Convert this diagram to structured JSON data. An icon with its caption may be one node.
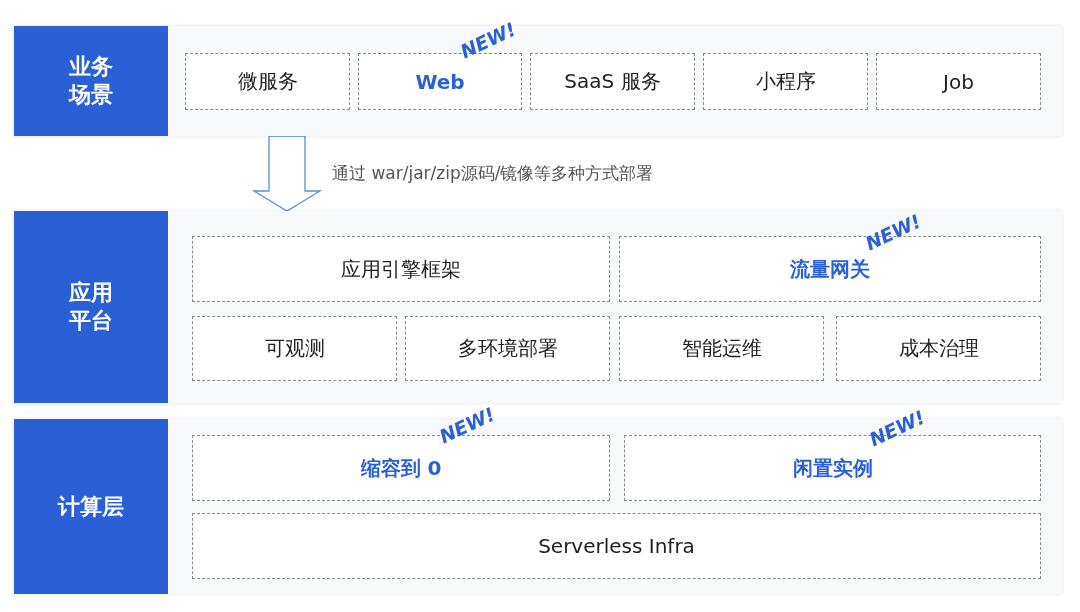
{
  "diagram": {
    "nodes": [
      {
        "text": [
          "业务场景"
        ]
      },
      {
        "text": [
          "微服务"
        ],
        "in": 0
      },
      {
        "text": [
          "Web"
        ],
        "in": 0,
        "beside": [
          "NEW!"
        ]
      },
      {
        "text": [
          "SaaS 服务"
        ],
        "in": 0
      },
      {
        "text": [
          "小程序"
        ],
        "in": 0
      },
      {
        "text": [
          "Job"
        ],
        "in": 0
      },
      {
        "text": [
          "应用平台"
        ]
      },
      {
        "text": [
          "应用引擎框架"
        ],
        "in": 6
      },
      {
        "text": [
          "流量网关"
        ],
        "in": 6,
        "beside": [
          "NEW!"
        ]
      },
      {
        "text": [
          "可观测"
        ],
        "in": 6
      },
      {
        "text": [
          "多环境部署"
        ],
        "in": 6
      },
      {
        "text": [
          "智能运维"
        ],
        "in": 6
      },
      {
        "text": [
          "成本治理"
        ],
        "in": 6
      },
      {
        "text": [
          "计算层"
        ]
      },
      {
        "text": [
          "缩容到 0"
        ],
        "in": 13,
        "beside": [
          "NEW!"
        ]
      },
      {
        "text": [
          "闲置实例"
        ],
        "in": 13,
        "beside": [
          "NEW!"
        ]
      },
      {
        "text": [
          "Serverless Infra"
        ],
        "in": 13
      }
    ],
    "edges": [
      {
        "from": 0,
        "to": 6,
        "arrow": "to",
        "label": "通过 war/jar/zip源码/镜像等多种方式部署"
      }
    ]
  }
}
